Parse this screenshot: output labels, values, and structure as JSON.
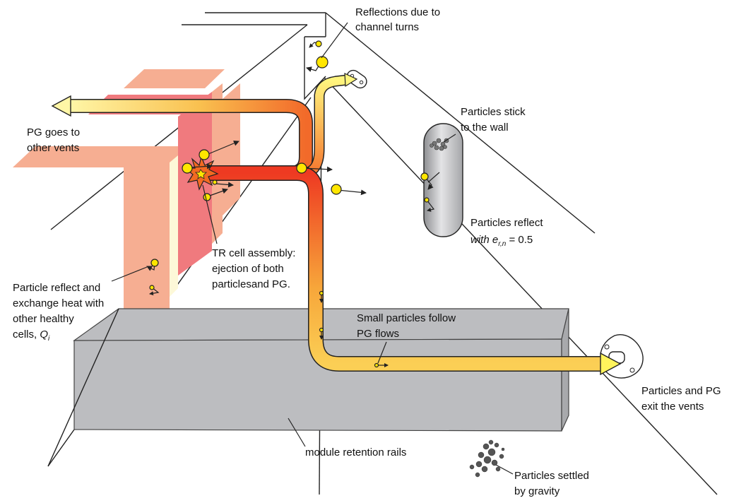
{
  "labels": {
    "reflections": [
      "Reflections due to",
      "channel turns"
    ],
    "pg_goes": [
      "PG goes to",
      "other vents"
    ],
    "stick": [
      "Particles stick",
      "to the wall"
    ],
    "reflect_main": "Particles reflect",
    "reflect_with": "with e",
    "reflect_sub": "r,n",
    "reflect_eq": " = 0.5",
    "tr_cell": [
      "TR cell assembly:",
      "ejection of both",
      "particlesand PG."
    ],
    "heal_lines": [
      "Particle reflect and",
      "exchange heat with",
      "other healthy"
    ],
    "heal_last_pre": "cells, ",
    "heal_q": "Q",
    "heal_q_sub": "i",
    "small": [
      "Small particles follow",
      "PG flows"
    ],
    "exit": [
      "Particles and PG",
      "exit the vents"
    ],
    "rails": "module retention rails",
    "settled": [
      "Particles settled",
      "by gravity"
    ]
  },
  "colors": {
    "particle": "#ffe600",
    "hot": "#e8261e",
    "warm": "#f59a35",
    "cool": "#fff27a",
    "rail": "#bcbdc0",
    "cell_pink": "#f07a7e",
    "cell_peach": "#f6ae92"
  }
}
